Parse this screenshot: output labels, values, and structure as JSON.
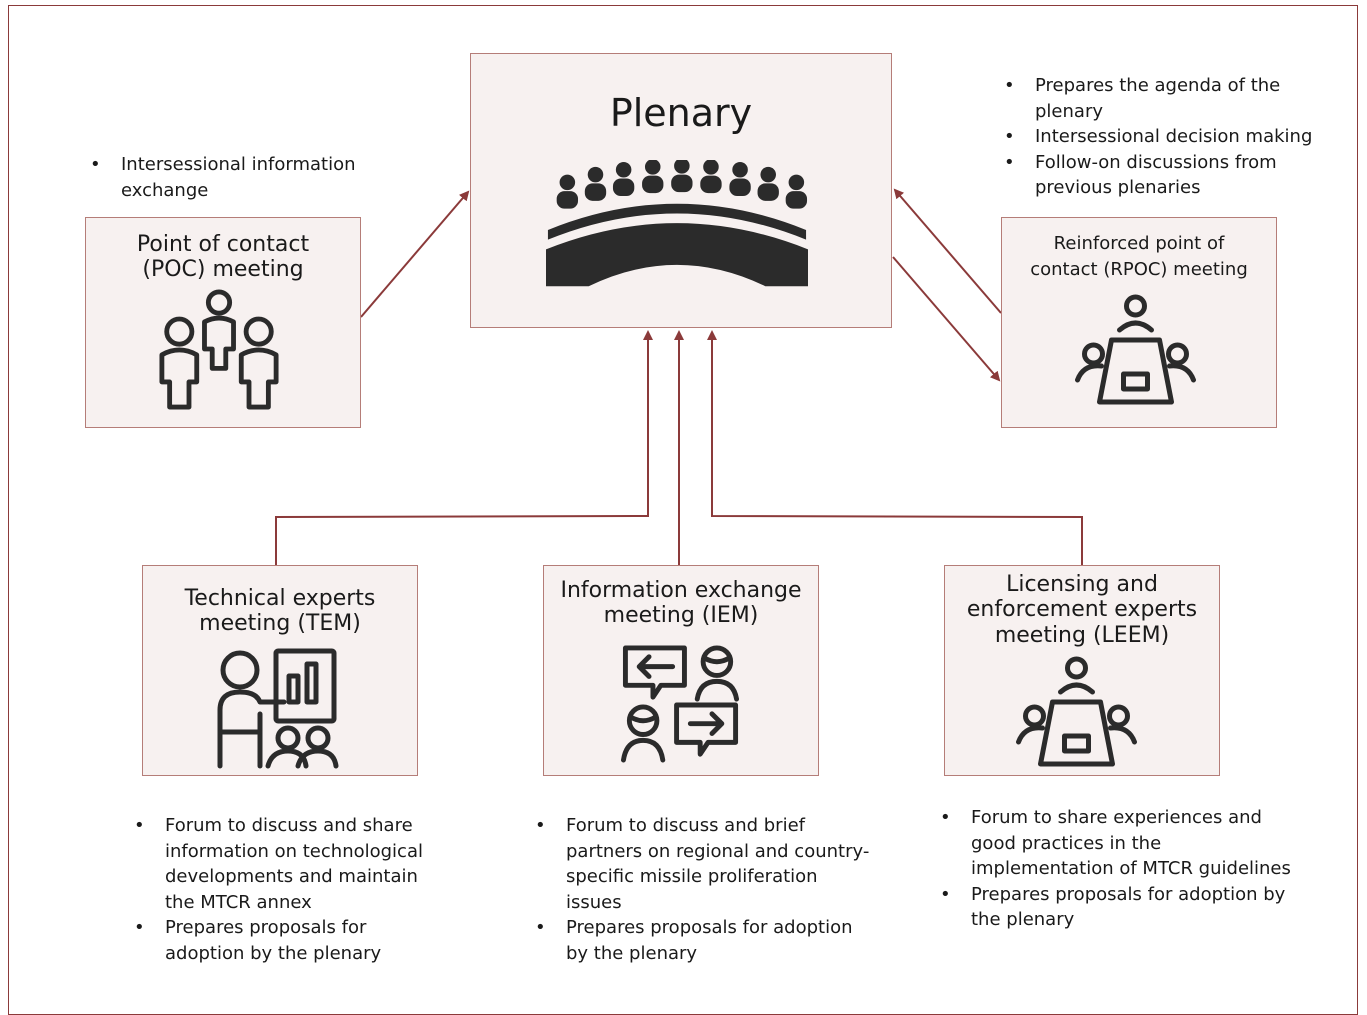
{
  "plenary": {
    "title": "Plenary"
  },
  "poc": {
    "title": "Point of contact\n(POC) meeting",
    "bullets": [
      "Intersessional information exchange"
    ]
  },
  "rpoc": {
    "title": "Reinforced point of\ncontact (RPOC) meeting",
    "bullets": [
      "Prepares the agenda of the plenary",
      "Intersessional decision making",
      "Follow-on discussions from previous plenaries"
    ]
  },
  "tem": {
    "title": "Technical experts\nmeeting (TEM)",
    "bullets": [
      "Forum to discuss and share information on technological developments and maintain the MTCR annex",
      "Prepares proposals for adoption by the plenary"
    ]
  },
  "iem": {
    "title": "Information exchange\nmeeting (IEM)",
    "bullets": [
      "Forum to discuss and brief partners on regional and country-specific missile proliferation issues",
      "Prepares proposals for adoption by the plenary"
    ]
  },
  "leem": {
    "title": "Licensing and\nenforcement experts\nmeeting (LEEM)",
    "bullets": [
      "Forum to share experiences and good practices in the implementation of MTCR guidelines",
      "Prepares proposals for adoption by the plenary"
    ]
  },
  "colors": {
    "arrow": "#8b3a3a",
    "box_fill": "#f7f1f0",
    "box_border": "#b57d78",
    "icon": "#2b2b2b"
  },
  "icons": {
    "plenary": "assembly-hall-icon",
    "poc": "people-group-icon",
    "rpoc": "meeting-table-icon",
    "tem": "presentation-icon",
    "iem": "information-exchange-icon",
    "leem": "meeting-table-icon"
  }
}
